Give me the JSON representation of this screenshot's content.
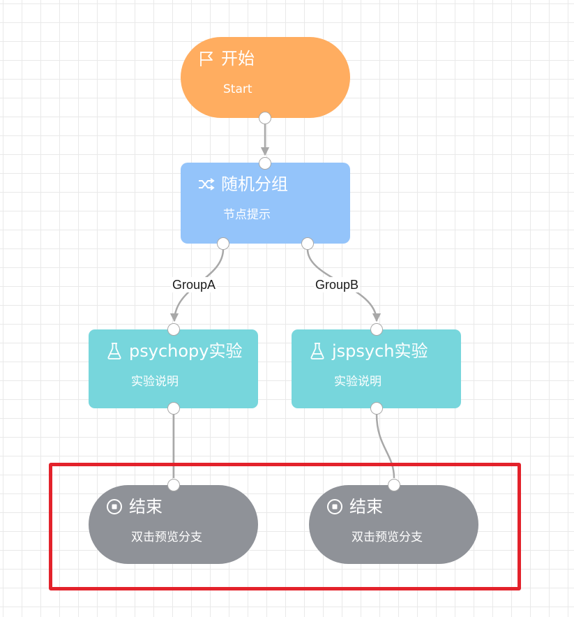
{
  "colors": {
    "start": "#ffad60",
    "random": "#94c4fa",
    "experiment": "#77d6dc",
    "end": "#8f9298",
    "edge": "#a8a8a8",
    "highlight": "#e3222b"
  },
  "nodes": {
    "start": {
      "title": "开始",
      "subtitle": "Start",
      "icon": "flag-icon"
    },
    "random_group": {
      "title": "随机分组",
      "subtitle": "节点提示",
      "icon": "shuffle-icon"
    },
    "psychopy": {
      "title": "psychopy实验",
      "subtitle": "实验说明",
      "icon": "flask-icon"
    },
    "jspsych": {
      "title": "jspsych实验",
      "subtitle": "实验说明",
      "icon": "flask-icon"
    },
    "end_a": {
      "title": "结束",
      "subtitle": "双击预览分支",
      "icon": "stop-circle-icon"
    },
    "end_b": {
      "title": "结束",
      "subtitle": "双击预览分支",
      "icon": "stop-circle-icon"
    }
  },
  "edges": {
    "group_a_label": "GroupA",
    "group_b_label": "GroupB"
  }
}
